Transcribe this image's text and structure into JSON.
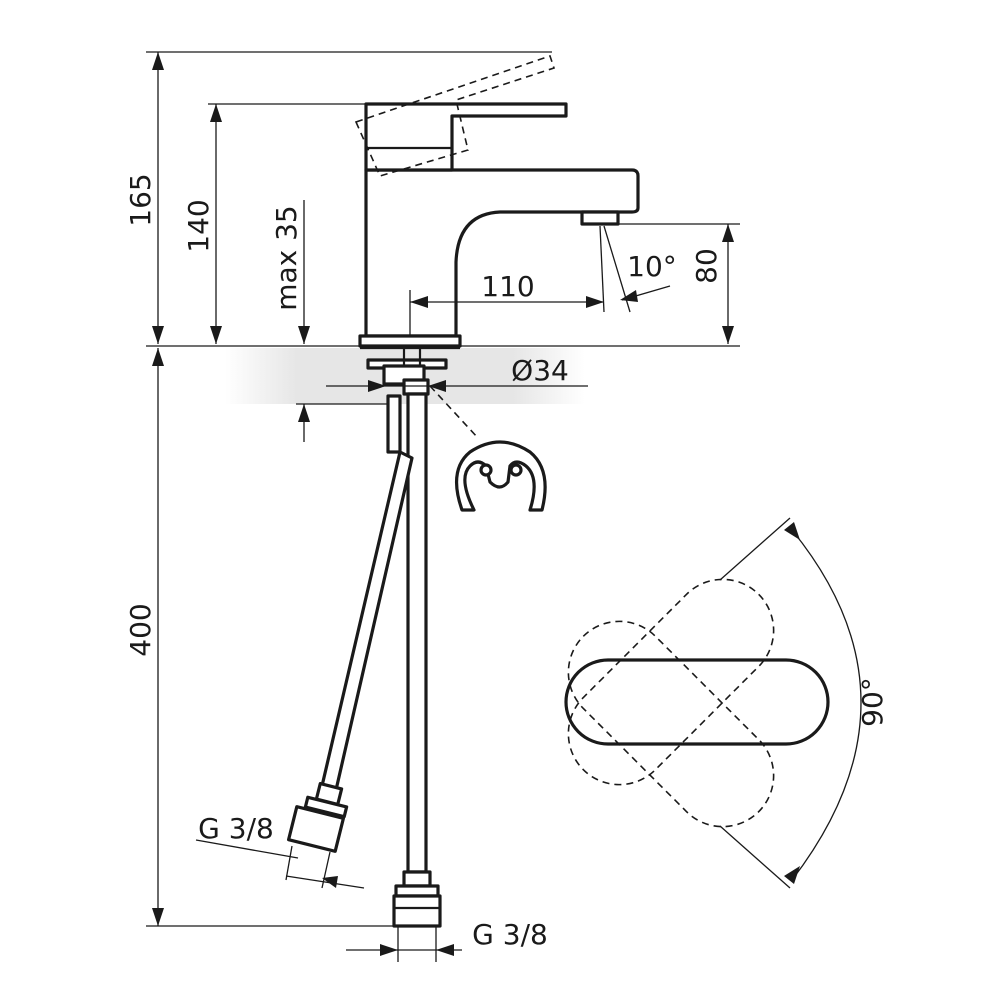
{
  "dimensions": {
    "total_height": "165",
    "lever_height": "140",
    "max_thickness": "max 35",
    "reach": "110",
    "spout_angle": "10°",
    "spout_height": "80",
    "hole_diameter": "Ø34",
    "hose_length": "400",
    "hose_thread_left": "G 3/8",
    "hose_thread_bottom": "G 3/8",
    "lever_rotation": "90°"
  },
  "colors": {
    "line": "#1a1a1a",
    "background": "#ffffff",
    "countertop": "#e6e6e6"
  }
}
